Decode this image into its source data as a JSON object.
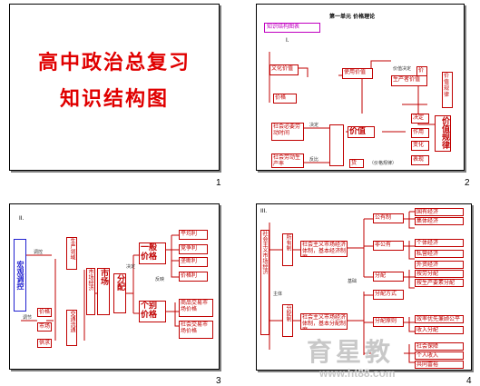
{
  "slides": [
    {
      "number": "1",
      "title_line1": "高中政治总复习",
      "title_line2": "知识结构图"
    },
    {
      "number": "2",
      "header": "第一单元  价格理论",
      "tag": "知识结构图表",
      "roman": "I.",
      "boxes": {
        "left_top": "文化价值",
        "left_mid": "价格",
        "mid_top": "使用价值",
        "left_b1": "社会必要劳动时间",
        "left_b2": "社会劳动生产率",
        "center": "价值",
        "value_small": "货",
        "far_top": "价",
        "right_top": "生产者价值",
        "right_v": "价值规律",
        "r1": "决定",
        "r2": "作用",
        "r3": "变化",
        "r4": "表现"
      },
      "labels": {
        "l1": "决定",
        "l2": "反比",
        "l3": "（价格规律）",
        "l4": "价值决定"
      }
    },
    {
      "number": "3",
      "roman": "II.",
      "boxes": {
        "blue": "宏观调控",
        "b1": "价格",
        "b2": "市场",
        "b3": "供求",
        "v1": "生产领域",
        "v2": "交通流通",
        "v3": "市场经济",
        "v4": "市场",
        "v5": "分配",
        "g1": "一般价格",
        "g2": "个别价格",
        "c1": "平均利",
        "c2": "竞争利",
        "c3": "垄断利",
        "c4": "价格利",
        "d1": "商品交易市场价格",
        "d2": "社会交易市场价格"
      },
      "labels": {
        "l1": "调控",
        "l2": "调节",
        "l3": "决定",
        "l4": "反映"
      }
    },
    {
      "number": "4",
      "roman": "III.",
      "boxes": {
        "left_v": "社会主义市场经济",
        "v2": "所有制",
        "v3": "分配制",
        "m1": "社会主义市场经济体制，基本经济制度",
        "m2": "社会主义市场经济体制，基本分配制度",
        "c1": "公有制",
        "c2": "非公有",
        "c3": "分配",
        "c4": "分配方式",
        "c5": "分配原则",
        "r1": "国有经济",
        "r2": "集体经济",
        "r3": "个体经济",
        "r4": "私营经济",
        "r5": "外资经济",
        "r6": "按劳分配",
        "r7": "按生产要素分配",
        "r8": "效率优先兼顾公平",
        "r9": "收入分配",
        "r10": "社会保障",
        "r11": "个人收入",
        "r12": "共同富裕"
      },
      "labels": {
        "l1": "基础",
        "l2": "主体"
      }
    }
  ],
  "watermark": {
    "text": "育星教",
    "url": "www.ht88.com"
  }
}
